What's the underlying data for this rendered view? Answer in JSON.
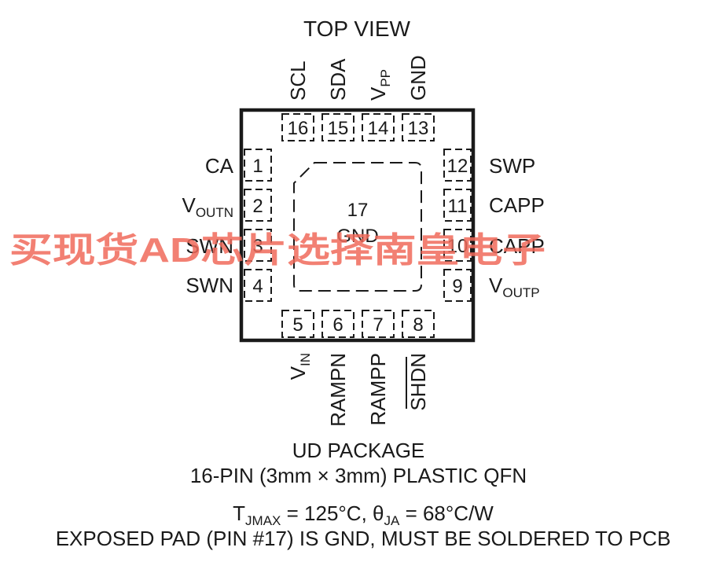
{
  "view_label": "TOP VIEW",
  "pins_top": [
    {
      "num": "16",
      "name": "SCL"
    },
    {
      "num": "15",
      "name": "SDA"
    },
    {
      "num": "14",
      "name": "V",
      "sub": "PP"
    },
    {
      "num": "13",
      "name": "GND"
    }
  ],
  "pins_left": [
    {
      "num": "1",
      "name": "CA"
    },
    {
      "num": "2",
      "name": "V",
      "sub": "OUTN"
    },
    {
      "num": "3",
      "name": "SWN"
    },
    {
      "num": "4",
      "name": "SWN"
    }
  ],
  "pins_right": [
    {
      "num": "12",
      "name": "SWP"
    },
    {
      "num": "11",
      "name": "CAPP"
    },
    {
      "num": "10",
      "name": "CAPP"
    },
    {
      "num": "9",
      "name": "V",
      "sub": "OUTP"
    }
  ],
  "pins_bottom": [
    {
      "num": "5",
      "name": "V",
      "sub": "IN"
    },
    {
      "num": "6",
      "name": "RAMPN"
    },
    {
      "num": "7",
      "name": "RAMPP"
    },
    {
      "num": "8",
      "name": "SHDN",
      "overbar": true
    }
  ],
  "exposed_pad": {
    "num": "17",
    "name": "GND"
  },
  "package": {
    "line1": "UD PACKAGE",
    "line2": "16-PIN (3mm × 3mm) PLASTIC QFN",
    "thermal": {
      "tj_sym": "T",
      "tj_sub": "JMAX",
      "tj_val": " = 125°C, ",
      "theta_sym": "θ",
      "theta_sub": "JA",
      "theta_val": " = 68°C/W"
    },
    "note": "EXPOSED PAD (PIN #17) IS GND, MUST BE SOLDERED TO PCB"
  },
  "watermark": "买现货AD芯片选择南皇电子",
  "colors": {
    "line": "#1a1a1a",
    "watermark": "#f06a5a"
  }
}
